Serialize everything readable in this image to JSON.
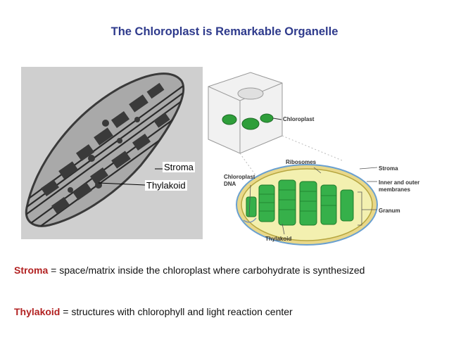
{
  "title": "The Chloroplast is Remarkable Organelle",
  "micrograph": {
    "labels": {
      "stroma": "Stroma",
      "thylakoid": "Thylakoid"
    }
  },
  "diagram": {
    "labels": {
      "chloroplast": "Chloroplast",
      "ribosomes": "Ribosomes",
      "stroma": "Stroma",
      "chloroplast_dna_1": "Chloroplast",
      "chloroplast_dna_2": "DNA",
      "membranes_1": "Inner and outer",
      "membranes_2": "membranes",
      "granum": "Granum",
      "thylakoid": "Thylakoid"
    }
  },
  "definitions": {
    "stroma": {
      "term": "Stroma",
      "text": " = space/matrix inside the chloroplast where carbohydrate is synthesized"
    },
    "thylakoid": {
      "term": "Thylakoid",
      "text": " = structures with chlorophyll and light reaction center"
    }
  },
  "colors": {
    "title": "#2e3a8c",
    "term": "#b22222",
    "green": "#2e9e3a",
    "stroma_fill": "#f3f0b0"
  }
}
